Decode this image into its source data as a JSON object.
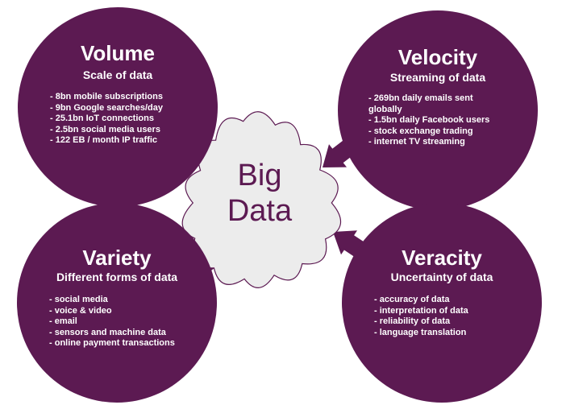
{
  "colors": {
    "circle_fill": "#5c1a52",
    "arrow_fill": "#5c1a52",
    "cloud_fill": "#ececec",
    "cloud_stroke": "#5c1a52",
    "text_light": "#ffffff"
  },
  "center": {
    "line1": "Big",
    "line2": "Data"
  },
  "volume": {
    "title": "Volume",
    "subtitle": "Scale of data",
    "items": [
      "- 8bn mobile subscriptions",
      "- 9bn Google searches/day",
      "- 25.1bn IoT connections",
      "- 2.5bn social media users",
      "- 122 EB / month IP traffic"
    ]
  },
  "velocity": {
    "title": "Velocity",
    "subtitle": "Streaming of data",
    "items": [
      "- 269bn daily emails sent globally",
      "- 1.5bn daily Facebook users",
      "- stock exchange trading",
      "- internet TV streaming"
    ]
  },
  "variety": {
    "title": "Variety",
    "subtitle": "Different forms of data",
    "items": [
      "- social media",
      "- voice & video",
      "- email",
      "- sensors and machine data",
      "- online payment transactions"
    ]
  },
  "veracity": {
    "title": "Veracity",
    "subtitle": "Uncertainty of data",
    "items": [
      "- accuracy of data",
      "- interpretation of data",
      "- reliability of data",
      "- language translation"
    ]
  }
}
